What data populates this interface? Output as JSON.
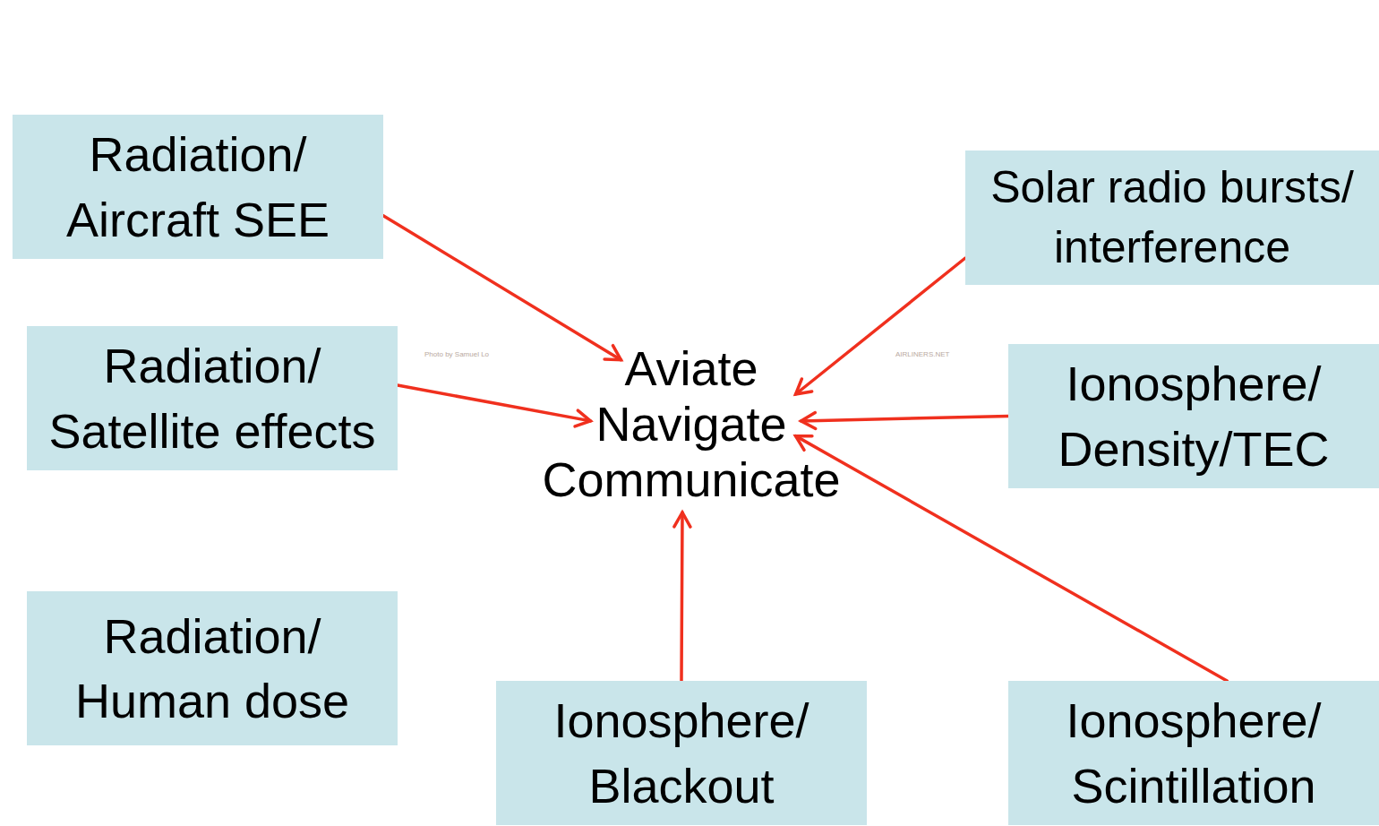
{
  "diagram": {
    "nodes": [
      {
        "text": [
          "Radiation/ Aircraft SEE"
        ]
      },
      {
        "text": [
          "Solar radio bursts/ interference"
        ]
      },
      {
        "text": [
          "Radiation/ Satellite effects"
        ]
      },
      {
        "text": [
          "Aviate",
          "Navigate",
          "Communicate"
        ]
      },
      {
        "text": [
          "Ionosphere/ Density/TEC"
        ]
      },
      {
        "text": [
          "Radiation/ Human dose"
        ]
      },
      {
        "text": [
          "Ionosphere/ Blackout"
        ]
      },
      {
        "text": [
          "Ionosphere/ Scintillation"
        ]
      }
    ],
    "edges": [
      {
        "from": 0,
        "to": 3,
        "arrow": "to"
      },
      {
        "from": 1,
        "to": 3,
        "arrow": "to"
      },
      {
        "from": 2,
        "to": 3,
        "arrow": "to"
      },
      {
        "from": 4,
        "to": 3,
        "arrow": "to"
      },
      {
        "from": 7,
        "to": 3,
        "arrow": "to"
      },
      {
        "from": 6,
        "to": 3,
        "arrow": "to"
      }
    ],
    "labels": [
      "Photo by Samuel Lo",
      "AIRLINERS.NET"
    ]
  }
}
